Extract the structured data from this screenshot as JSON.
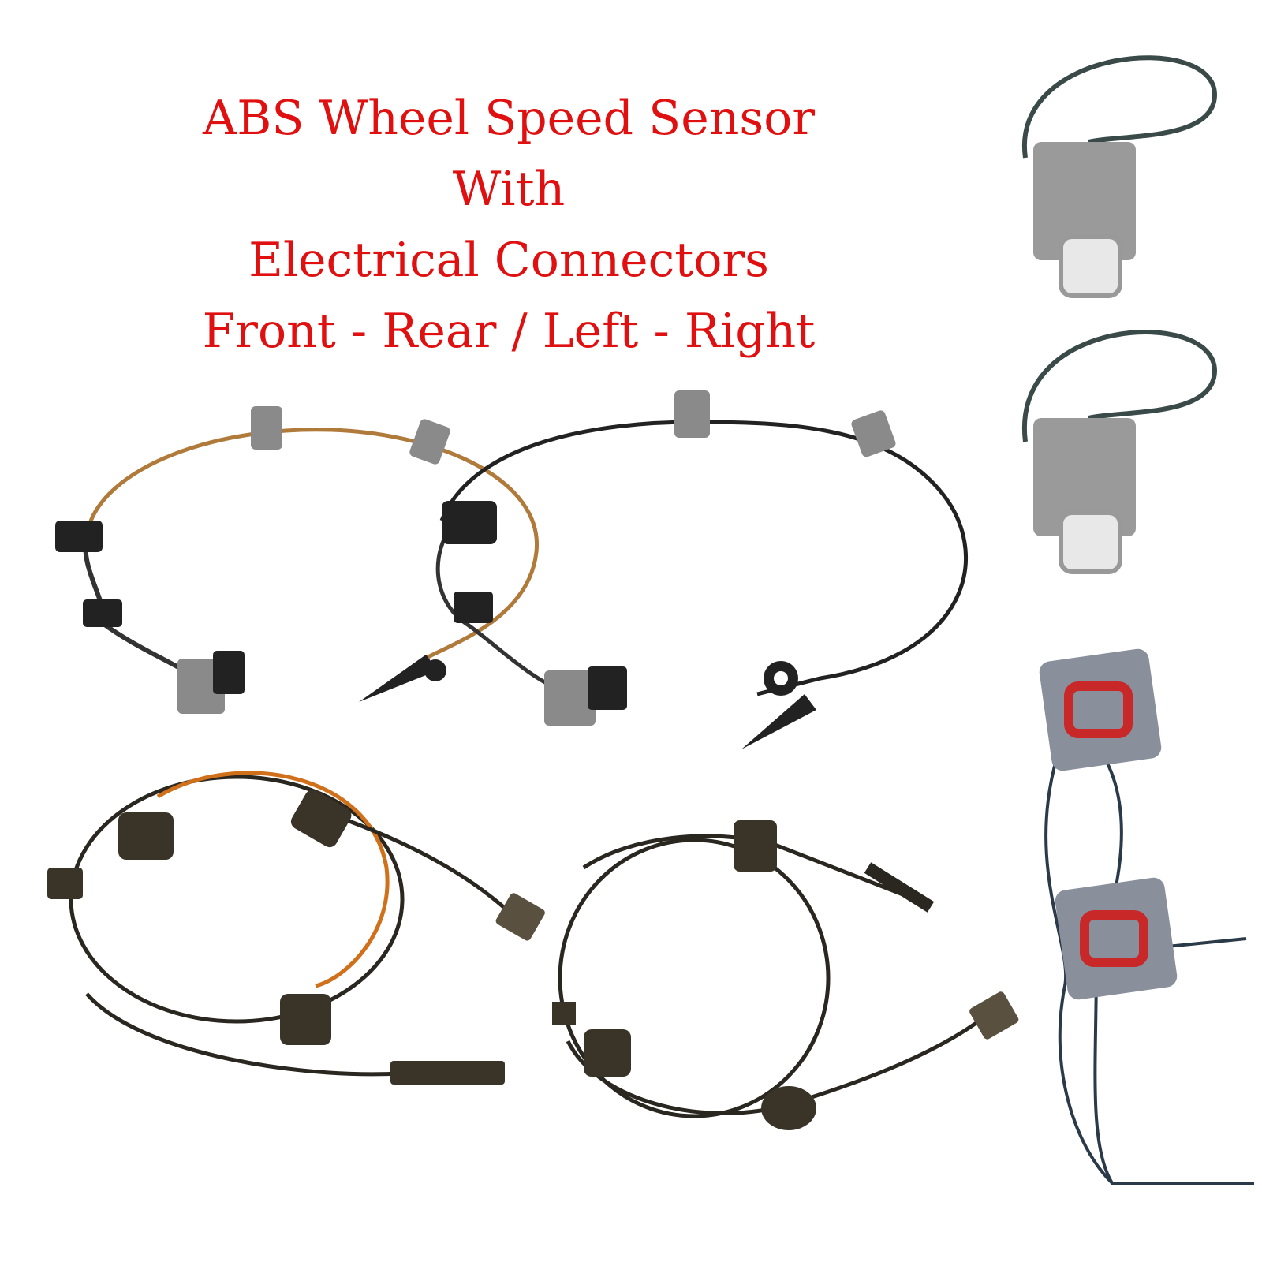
{
  "title": {
    "line1": "ABS Wheel Speed Sensor",
    "line2": "With",
    "line3": "Electrical Connectors",
    "line4": "Front - Rear / Left - Right"
  },
  "colors": {
    "title": "#e01010",
    "cable_black": "#222222",
    "cable_brown": "#b07a3a",
    "cable_orange": "#d0701a",
    "connector_grey": "#9a9a9a",
    "connector_red": "#c82828"
  }
}
